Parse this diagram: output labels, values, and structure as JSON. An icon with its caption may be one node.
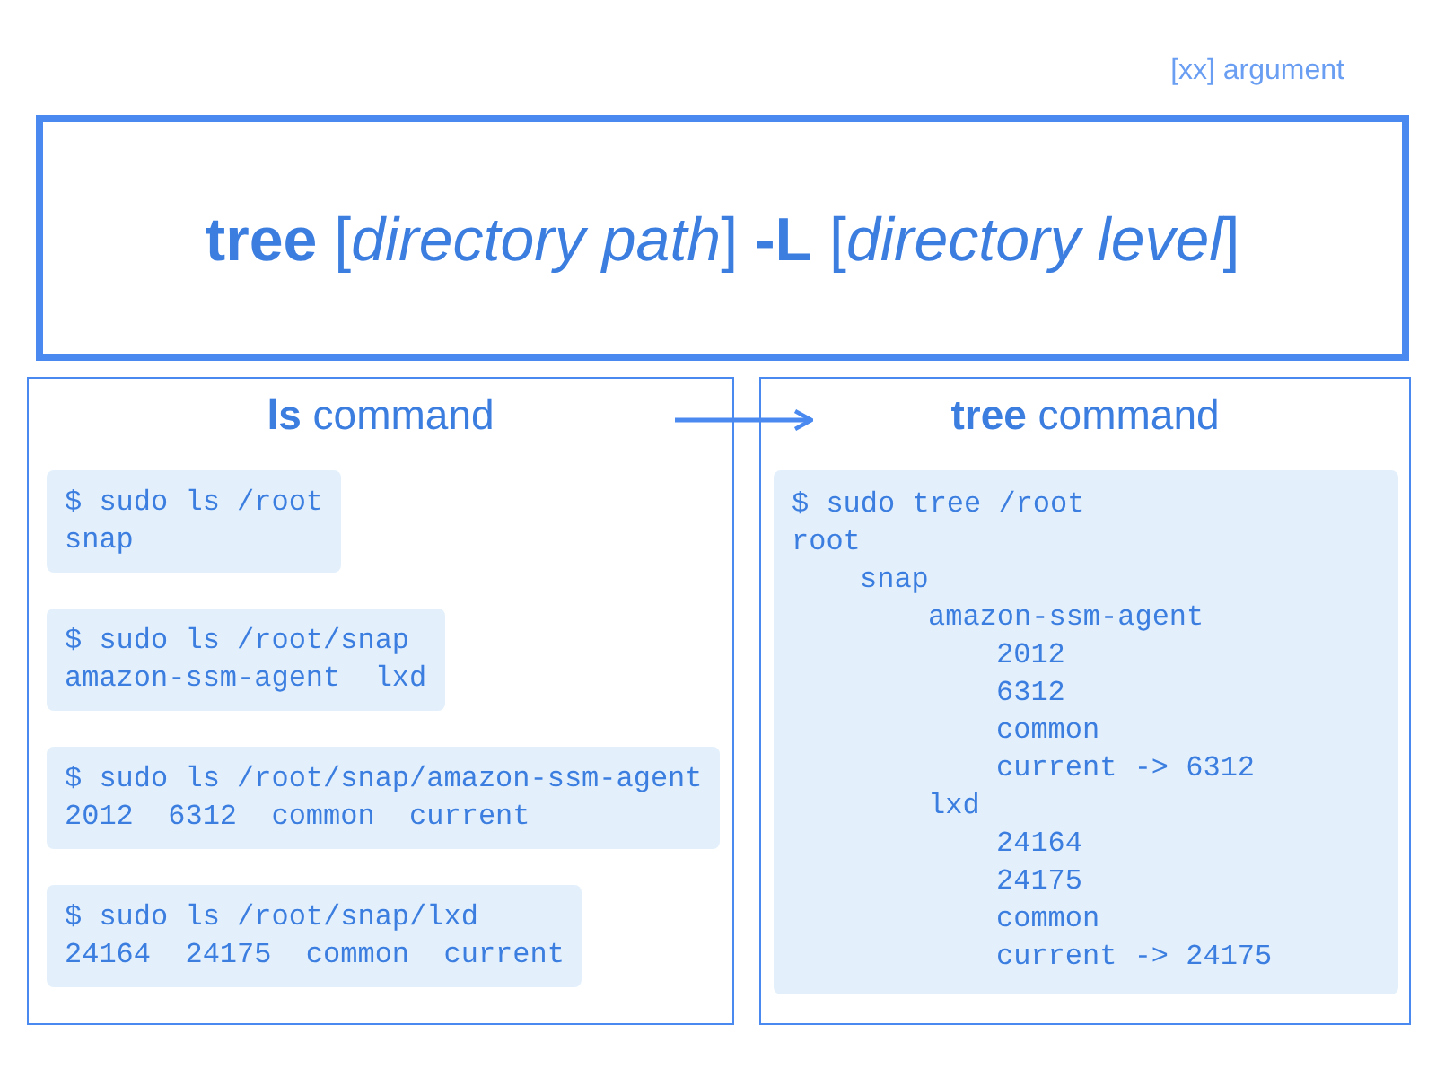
{
  "diagram": {
    "nodes": [
      {
        "text": [
          "**tree** [*directory path*] **-L** [*directory level*]"
        ]
      },
      {
        "text": [
          "**ls** command"
        ]
      },
      {
        "text": [
          "$ sudo ls /root",
          "snap"
        ],
        "in": 1
      },
      {
        "text": [
          "$ sudo ls /root/snap",
          "amazon-ssm-agent  lxd"
        ],
        "in": 1
      },
      {
        "text": [
          "$ sudo ls /root/snap/amazon-ssm-agent",
          "2012  6312  common  current"
        ],
        "in": 1
      },
      {
        "text": [
          "$ sudo ls /root/snap/lxd",
          "24164  24175  common  current"
        ],
        "in": 1
      },
      {
        "text": [
          "**tree** command"
        ]
      },
      {
        "text": [
          "$ sudo tree /root",
          "root",
          "snap",
          "amazon-ssm-agent",
          "2012",
          "6312",
          "common",
          "current -> 6312",
          "lxd",
          "24164",
          "24175",
          "common",
          "current -> 24175"
        ],
        "in": 6
      }
    ],
    "edges": [
      {
        "from": 1,
        "to": 6,
        "arrow": "to"
      }
    ],
    "labels": [
      "[xx] argument"
    ]
  }
}
